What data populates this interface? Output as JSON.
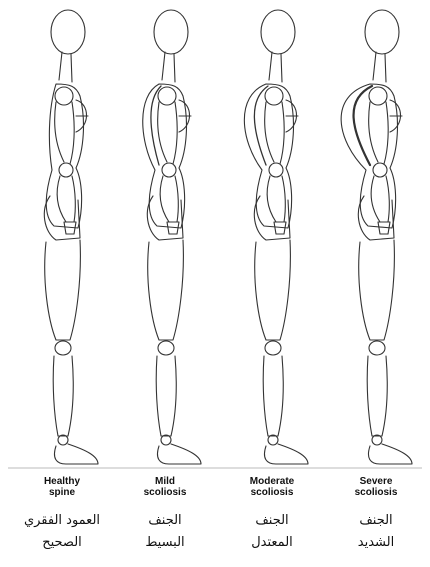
{
  "figures": [
    {
      "severity": "healthy",
      "en_line1": "Healthy",
      "en_line2": "spine",
      "ar_line1": "العمود الفقري",
      "ar_line2": "الصحيح"
    },
    {
      "severity": "mild",
      "en_line1": "Mild",
      "en_line2": "scoliosis",
      "ar_line1": "الجنف",
      "ar_line2": "البسيط"
    },
    {
      "severity": "moderate",
      "en_line1": "Moderate",
      "en_line2": "scoliosis",
      "ar_line1": "الجنف",
      "ar_line2": "المعتدل"
    },
    {
      "severity": "severe",
      "en_line1": "Severe",
      "en_line2": "scoliosis",
      "ar_line1": "الجنف",
      "ar_line2": "الشديد"
    }
  ],
  "colors": {
    "line": "#333333",
    "ground": "#bbbbbb",
    "text": "#111111"
  }
}
